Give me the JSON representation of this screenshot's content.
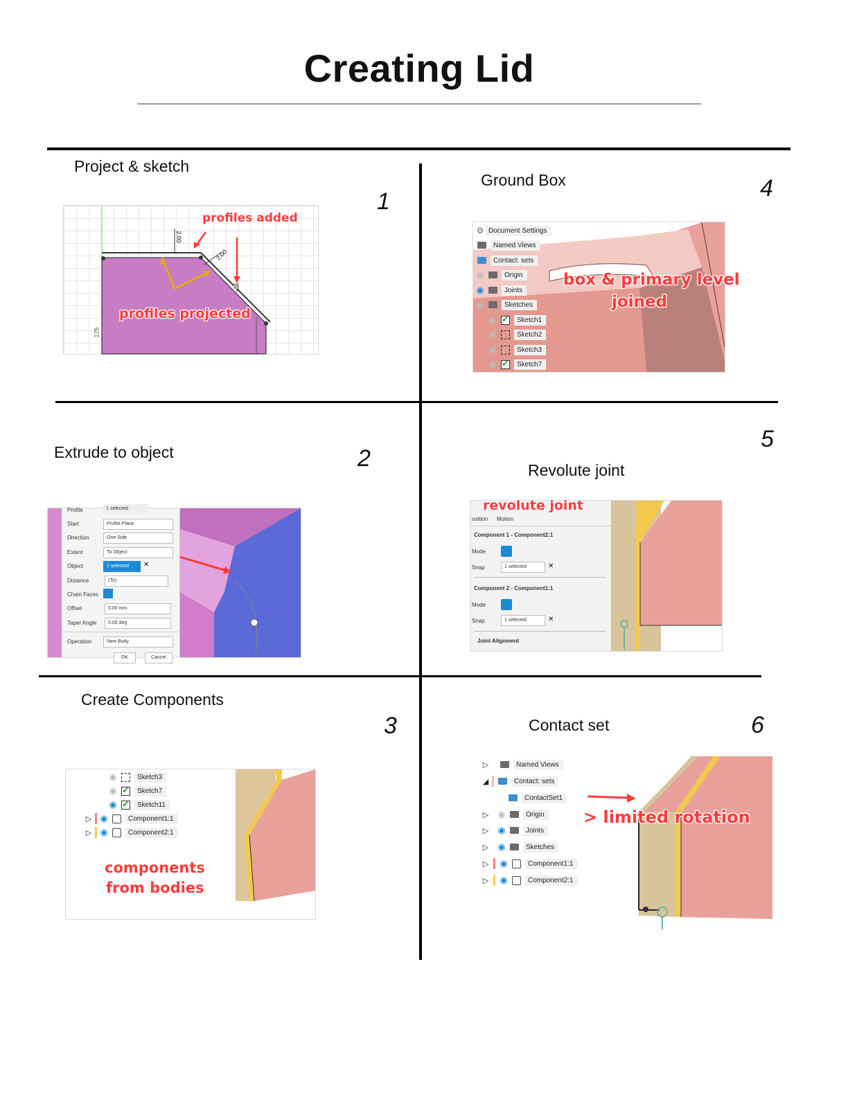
{
  "title": "Creating Lid",
  "steps": [
    {
      "num": "1",
      "title": "Project & sketch",
      "annotations": [
        "profiles added",
        "profiles projected"
      ],
      "dims": [
        "2.00",
        "2.00",
        "125"
      ]
    },
    {
      "num": "2",
      "title": "Extrude to object",
      "form": {
        "rows": [
          {
            "label": "Profile",
            "value": "1 selected"
          },
          {
            "label": "Start",
            "value": "Profile Plane"
          },
          {
            "label": "Direction",
            "value": "One Side"
          },
          {
            "label": "Extent",
            "value": "To Object"
          },
          {
            "label": "Object",
            "value": "1 selected"
          },
          {
            "label": "Distance",
            "value": "(To)"
          },
          {
            "label": "Chain Faces",
            "value": ""
          },
          {
            "label": "Offset",
            "value": "0.00 mm"
          },
          {
            "label": "Taper Angle",
            "value": "0.00 deg"
          },
          {
            "label": "Operation",
            "value": "New Body"
          }
        ],
        "buttons": [
          "OK",
          "Cancel"
        ]
      }
    },
    {
      "num": "3",
      "title": "Create Components",
      "tree": [
        "Sketch3",
        "Sketch7",
        "Sketch11",
        "Component1:1",
        "Component2:1"
      ],
      "annotation": [
        "components",
        "from bodies"
      ]
    },
    {
      "num": "4",
      "title": "Ground Box",
      "tree": [
        "Document Settings",
        "Named Views",
        "Contact: sets",
        "Origin",
        "Joints",
        "Sketches",
        "Sketch1",
        "Sketch2",
        "Sketch3",
        "Sketch7"
      ],
      "annotation": [
        "box & primary level",
        "joined"
      ]
    },
    {
      "num": "5",
      "title": "Revolute joint",
      "annotation": "revolute joint",
      "panel": {
        "tabs": [
          "osition",
          "Motion"
        ],
        "comp1": "Component 1 - Component2:1",
        "comp2": "Component 2 - Component1:1",
        "mode": "Mode",
        "snap": "Snap",
        "selected": "1 selected",
        "alignment": "Joint Alignment"
      }
    },
    {
      "num": "6",
      "title": "Contact set",
      "tree": [
        "Named Views",
        "Contact: sets",
        "ContactSet1",
        "Origin",
        "Joints",
        "Sketches",
        "Component1:1",
        "Component2:1"
      ],
      "annotation": "> limited rotation"
    }
  ],
  "colors": {
    "magenta": "#c77cc4",
    "blue": "#5a6ad6",
    "salmon": "#e8a09a",
    "tan": "#d8c49a",
    "yellow": "#f2c94c",
    "accent": "#1a8ad4",
    "annotation": "#ff3b3b"
  }
}
